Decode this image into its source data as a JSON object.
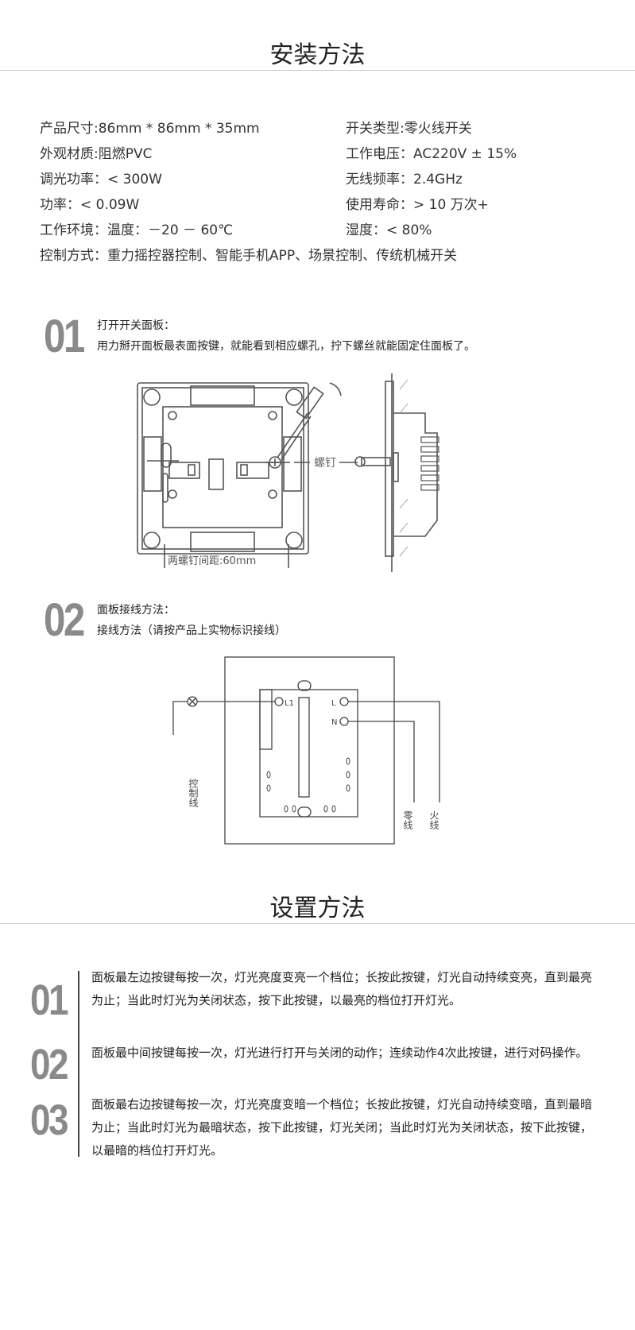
{
  "install": {
    "title": "安装方法",
    "specs_left": [
      "产品尺寸:86mm * 86mm * 35mm",
      "外观材质:阻燃PVC",
      "调光功率：< 300W",
      "功率：< 0.09W",
      "工作环境：温度：－20 － 60℃"
    ],
    "specs_right": [
      "开关类型:零火线开关",
      "工作电压：AC220V ± 15%",
      "无线频率：2.4GHz",
      "使用寿命：> 10 万次+",
      "湿度：< 80%"
    ],
    "control_mode": "控制方式：重力摇控器控制、智能手机APP、场景控制、传统机械开关",
    "steps": [
      {
        "num": "01",
        "heading": "打开开关面板：",
        "text": "用力掰开面板最表面按键，就能看到相应螺孔，拧下螺丝就能固定住面板了。"
      },
      {
        "num": "02",
        "heading": "面板接线方法：",
        "text": "接线方法（请按产品上实物标识接线）"
      }
    ],
    "diagram1": {
      "screw_label": "螺钉",
      "distance_label": "两螺钉间距:60mm"
    },
    "diagram2": {
      "terminal_l1": "L1",
      "terminal_l": "L",
      "terminal_n": "N",
      "control_wire": "控制线",
      "neutral_wire": "零线",
      "live_wire": "火线"
    }
  },
  "settings": {
    "title": "设置方法",
    "items": [
      {
        "num": "01",
        "text": "面板最左边按键每按一次，灯光亮度变亮一个档位；长按此按键，灯光自动持续变亮，直到最亮为止；当此时灯光为关闭状态，按下此按键，以最亮的档位打开灯光。"
      },
      {
        "num": "02",
        "text": "面板最中间按键每按一次，灯光进行打开与关闭的动作；连续动作4次此按键，进行对码操作。"
      },
      {
        "num": "03",
        "text": "面板最右边按键每按一次，灯光亮度变暗一个档位；长按此按键，灯光自动持续变暗，直到最暗为止；当此时灯光为最暗状态，按下此按键，灯光关闭；当此时灯光为关闭状态，按下此按键，以最暗的档位打开灯光。"
      }
    ]
  }
}
